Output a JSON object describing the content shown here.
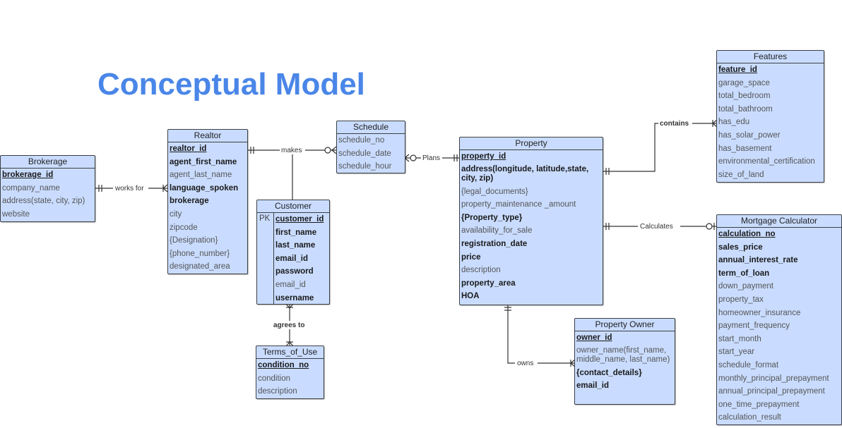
{
  "title": "Conceptual Model",
  "entities": {
    "brokerage": {
      "name": "Brokerage",
      "attributes": [
        "brokerage_id",
        "company_name",
        "address(state, city, zip)",
        "website"
      ]
    },
    "realtor": {
      "name": "Realtor",
      "attributes": [
        "realtor_id",
        "agent_first_name",
        "agent_last_name",
        "language_spoken",
        "brokerage",
        "city",
        "zipcode",
        "{Designation}",
        "{phone_number}",
        "designated_area"
      ]
    },
    "schedule": {
      "name": "Schedule",
      "attributes": [
        "schedule_no",
        "schedule_date",
        "schedule_hour"
      ]
    },
    "customer": {
      "name": "Customer",
      "pk_label": "PK",
      "attributes": [
        "customer_id",
        "first_name",
        "last_name",
        "email_id",
        "password",
        "email_id",
        "username"
      ]
    },
    "terms_of_use": {
      "name": "Terms_of_Use",
      "attributes": [
        "condition_no",
        "condition",
        "description"
      ]
    },
    "property": {
      "name": "Property",
      "attributes": [
        "property_id",
        "address(longitude, latitude,state, city, zip)",
        "{legal_documents}",
        "property_maintenance _amount",
        "{Property_type}",
        "availability_for_sale",
        "registration_date",
        "price",
        "description",
        "property_area",
        "HOA"
      ]
    },
    "features": {
      "name": "Features",
      "attributes": [
        "feature_id",
        "garage_space",
        "total_bedroom",
        "total_bathroom",
        "has_edu",
        "has_solar_power",
        "has_basement",
        "environmental_certification",
        "size_of_land"
      ]
    },
    "mortgage_calculator": {
      "name": "Mortgage Calculator",
      "attributes": [
        "calculation_no",
        "sales_price",
        "annual_interest_rate",
        "term_of_loan",
        "down_payment",
        "property_tax",
        "homeowner_insurance",
        "payment_frequency",
        "start_month",
        "start_year",
        "schedule_format",
        "monthly_principal_prepayment",
        "annual_principal_prepayment",
        "one_time_prepayment",
        "calculation_result"
      ]
    },
    "property_owner": {
      "name": "Property Owner",
      "attributes": [
        "owner_id",
        "owner_name(first_name, middle_name, last_name)",
        "{contact_details}",
        "email_id"
      ]
    }
  },
  "relationships": {
    "works_for": "works for",
    "makes": "makes",
    "plans": "Plans",
    "contains": "contains",
    "calculates": "Calculates",
    "agrees_to": "agrees to",
    "owns": "owns"
  }
}
